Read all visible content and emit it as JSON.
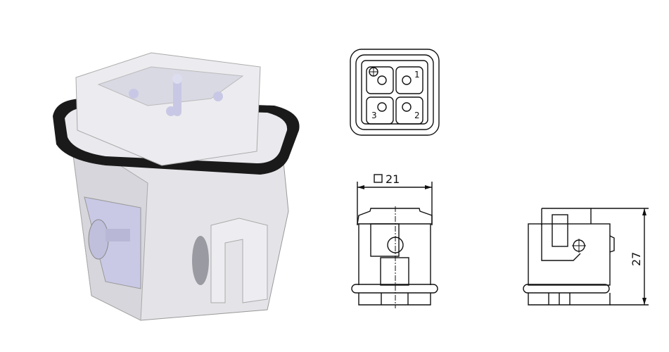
{
  "front_view": {
    "pin_labels": [
      "1",
      "2",
      "3"
    ]
  },
  "side_view": {
    "width_dimension": "21",
    "width_symbol": "□"
  },
  "end_view": {
    "height_dimension": "27"
  }
}
